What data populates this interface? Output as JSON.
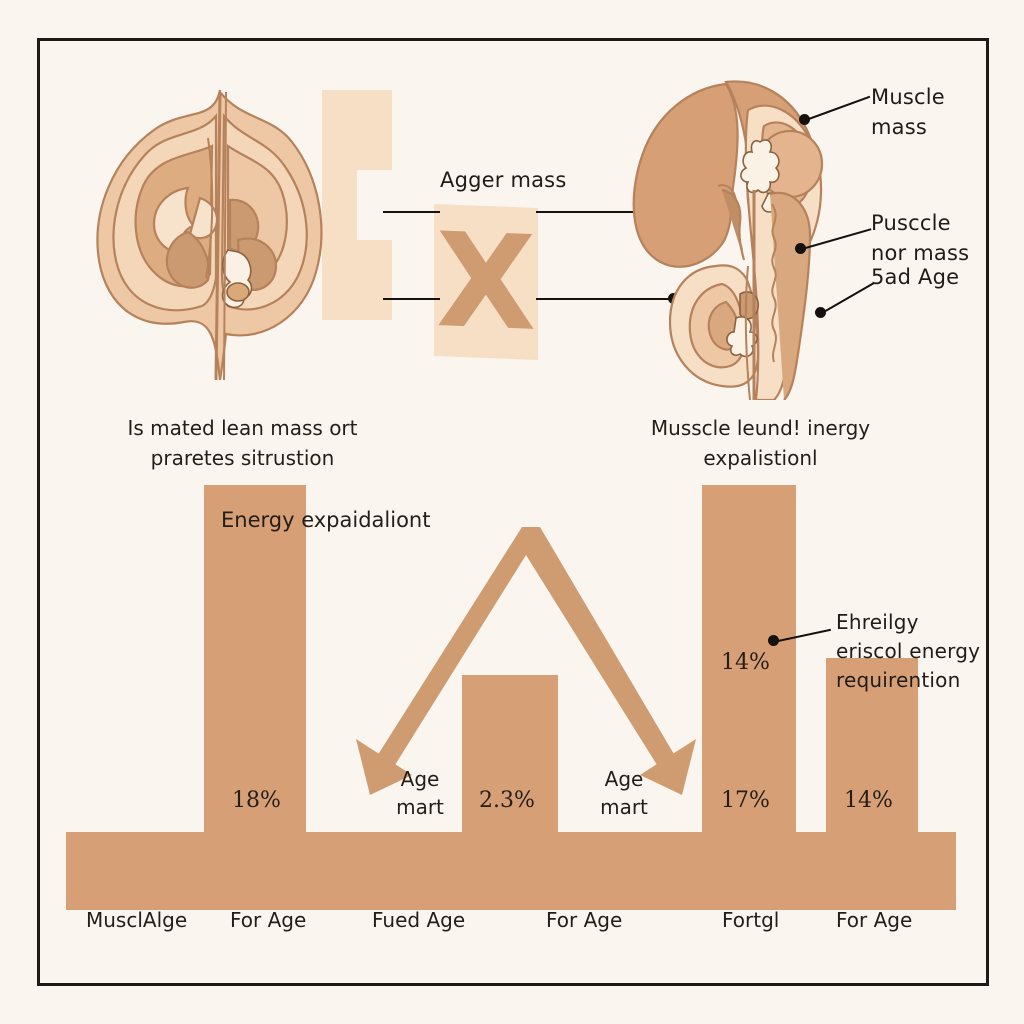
{
  "page": {
    "background_color": "#faf5ee",
    "frame_color": "#1d1a17",
    "accent_color": "#d79f75",
    "accent_light_color": "#f7dfc6",
    "ink_color": "#1d1a17"
  },
  "top_section": {
    "left_figure": {
      "name": "cross-section-anatomy-illustration",
      "caption": "Is mated lean mass ort\npraretes sitrustion"
    },
    "center_card": {
      "glyph": "X",
      "label": "Agger mass"
    },
    "right_figure": {
      "name": "sagittal-anatomy-illustration",
      "caption": "Musscle leund! inergy\nexpalistionl",
      "callouts": [
        {
          "text": "Muscle\nmass"
        },
        {
          "text": "Pusccle\nnor mass"
        },
        {
          "text": "5ad Age"
        }
      ]
    }
  },
  "chart_data": {
    "type": "bar",
    "title": "",
    "xlabel": "",
    "ylabel": "",
    "grid": false,
    "legend": "none",
    "ylim": [
      0,
      100
    ],
    "bar_color": "#d79f75",
    "categories": [
      "MusclAlge",
      "For Age",
      "Fued Age",
      "For Age",
      "Fortgl",
      "For Age"
    ],
    "tick_labels": [
      "MusclAlge",
      "For Age",
      "Fued Age",
      "For Age",
      "Fortgl",
      "For Age"
    ],
    "bars": [
      {
        "category": "MusclAlge",
        "label": "18%",
        "value": 18,
        "height_frac": 0.94,
        "x_frac": 0.155,
        "width_frac": 0.115
      },
      {
        "category": "Fued Age",
        "label": "2.3%",
        "value": 2.3,
        "height_frac": 0.52,
        "x_frac": 0.455,
        "width_frac": 0.105
      },
      {
        "category": "Fortgl",
        "label": "17%",
        "value": 17,
        "height_frac": 0.94,
        "x_frac": 0.715,
        "width_frac": 0.105
      },
      {
        "category": "For Age",
        "label": "14%",
        "value": 14,
        "height_frac": 0.56,
        "x_frac": 0.875,
        "width_frac": 0.105
      }
    ],
    "extra_value_labels": [
      {
        "label": "14%"
      }
    ],
    "annotations": {
      "peak_label": "Energy expaidaliont",
      "left_arrow_label": "Age\nmart",
      "right_arrow_label": "Age\nmart",
      "side_callout": "Ehreilgy\neriscol energy\nrequirention"
    }
  }
}
